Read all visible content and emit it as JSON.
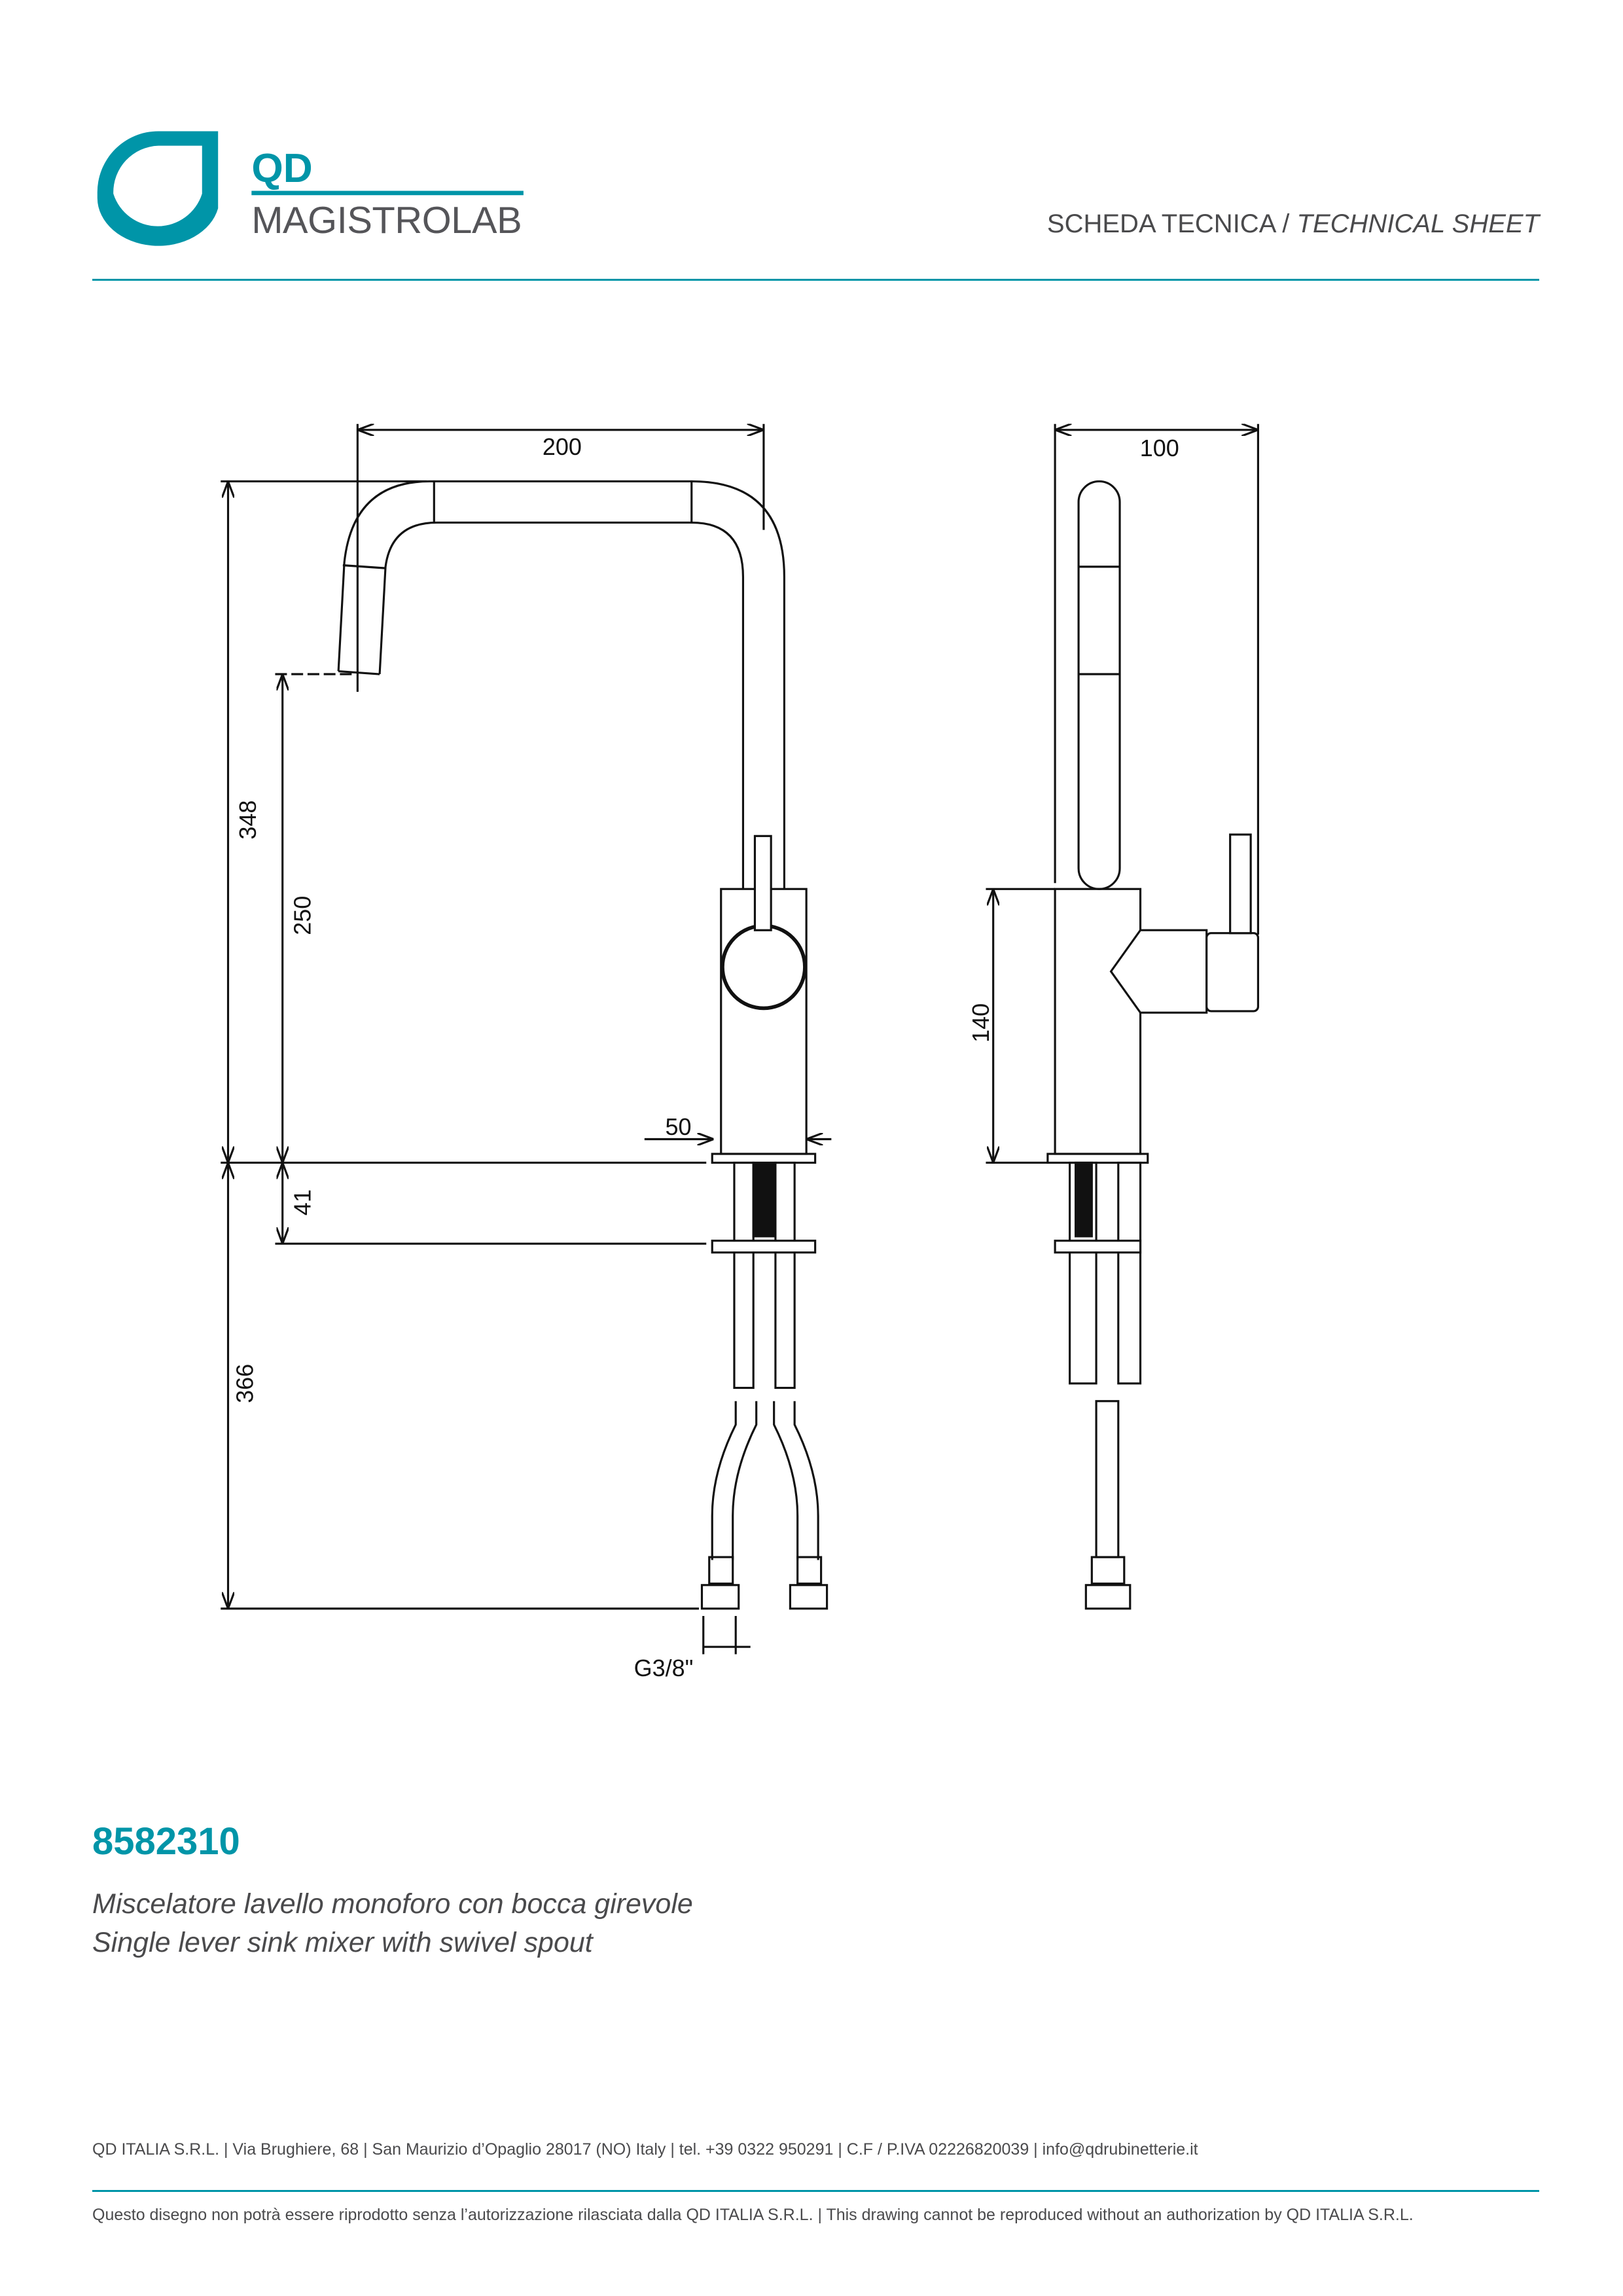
{
  "brand": {
    "logo_top": "QD",
    "logo_bottom": "MAGISTROLAB",
    "color": "#0095a8"
  },
  "header": {
    "title_it": "SCHEDA TECNICA",
    "separator": "/",
    "title_en": "TECHNICAL SHEET"
  },
  "drawing": {
    "front": {
      "width_dim": "200",
      "height_total": "348",
      "spout_height": "250",
      "deck_thickness": "41",
      "below_deck": "366",
      "base_diameter": "50",
      "connection": "G3/8\""
    },
    "side": {
      "depth_dim": "100",
      "body_height": "140"
    }
  },
  "product": {
    "code": "8582310",
    "description_it": "Miscelatore lavello monoforo con bocca girevole",
    "description_en": "Single lever sink mixer with swivel spout"
  },
  "footer": {
    "address": "QD ITALIA S.R.L. | Via Brughiere, 68 | San Maurizio d’Opaglio 28017 (NO) Italy | tel. +39 0322 950291 | C.F / P.IVA 02226820039 | info@qdrubinetterie.it",
    "disclaimer": "Questo disegno non potrà essere riprodotto senza l’autorizzazione rilasciata dalla QD ITALIA S.R.L. | This drawing cannot be reproduced without an authorization by QD ITALIA S.R.L."
  }
}
